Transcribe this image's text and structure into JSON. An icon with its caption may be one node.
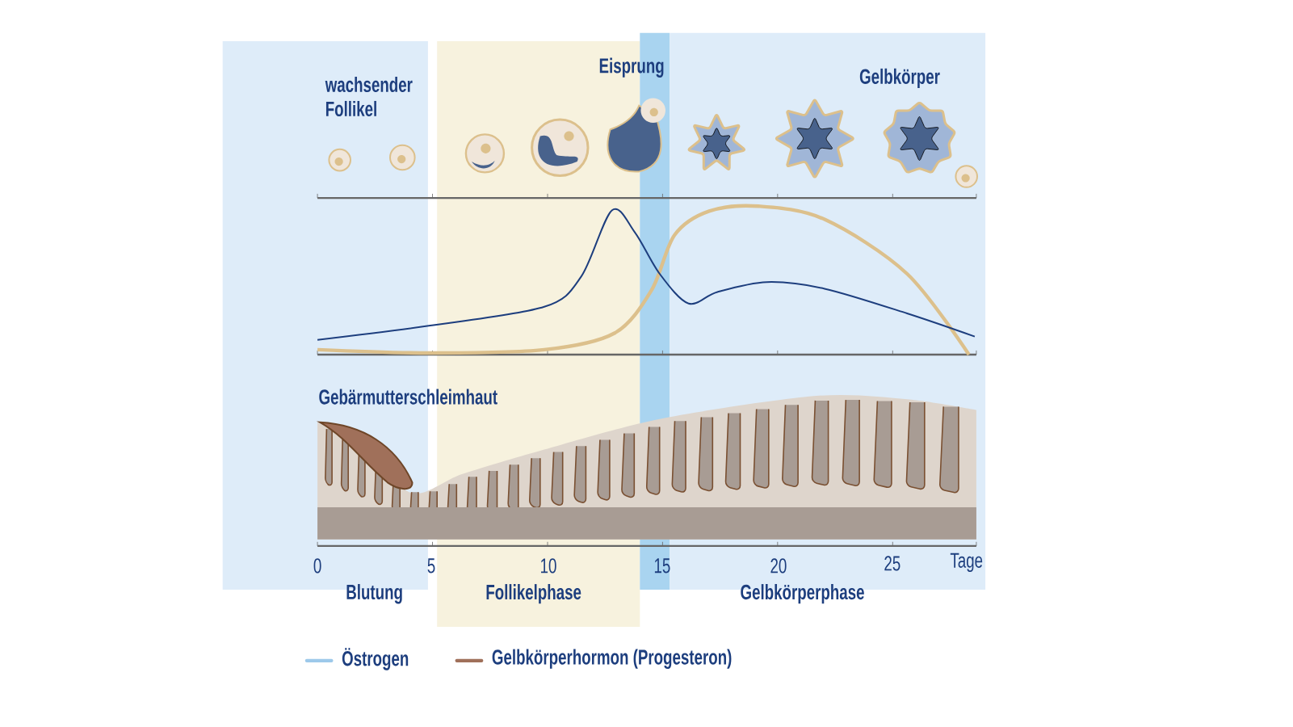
{
  "diagram": {
    "labels": [
      "Eisprung",
      "wachsender Follikel",
      "Gelbkörper",
      "Gebärmutterschleimhaut",
      "0",
      "5",
      "10",
      "15",
      "20",
      "25",
      "Tage",
      "Blutung",
      "Follikelphase",
      "Gelbkörperphase"
    ],
    "legend": [
      {
        "text": "Östrogen",
        "color": "#9dc9ea"
      },
      {
        "text": "Gelbkörperhormon (Progesteron)",
        "color": "#a0705a"
      }
    ]
  }
}
